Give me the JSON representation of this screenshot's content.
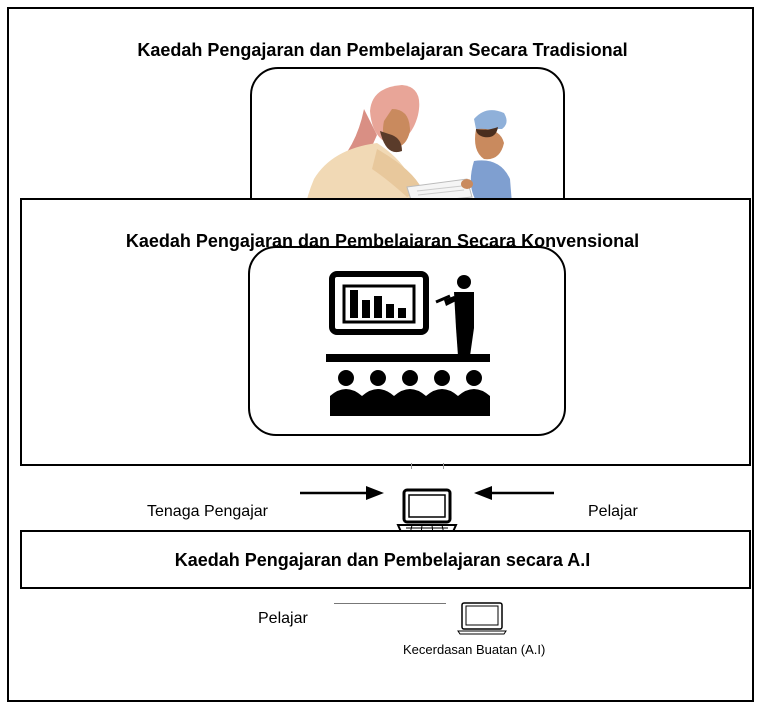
{
  "sections": {
    "traditional": {
      "title": "Kaedah Pengajaran dan Pembelajaran Secara Tradisional"
    },
    "conventional": {
      "title": "Kaedah Pengajaran dan Pembelajaran Secara Konvensional"
    },
    "ai": {
      "title": "Kaedah Pengajaran dan Pembelajaran secara A.I"
    }
  },
  "online": {
    "left_label": "Tenaga Pengajar",
    "right_label": "Pelajar"
  },
  "ai_flow": {
    "left_label": "Pelajar",
    "device_label": "Kecerdasan Buatan (A.I)"
  },
  "icons": {
    "traditional_scene": "teacher-and-student-reading-illustration",
    "conventional_scene": "presenter-with-bar-chart-and-audience-icon",
    "laptop": "laptop-icon"
  }
}
